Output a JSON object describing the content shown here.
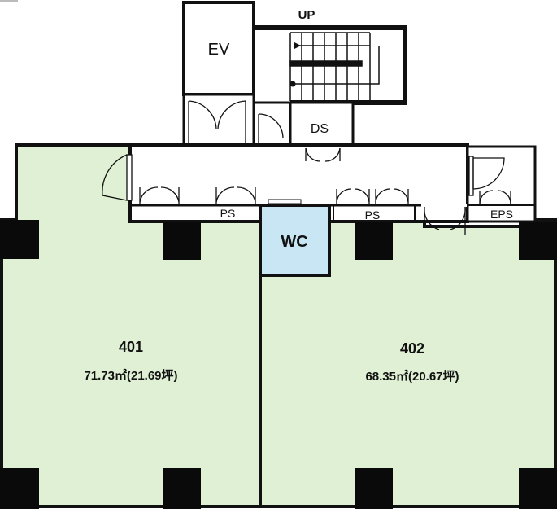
{
  "units": [
    {
      "id": "401",
      "number": "401",
      "area": "71.73㎡(21.69坪)"
    },
    {
      "id": "402",
      "number": "402",
      "area": "68.35㎡(20.67坪)"
    }
  ],
  "rooms": {
    "ev": "EV",
    "ds": "DS",
    "wc": "WC",
    "ps_left": "PS",
    "ps_right": "PS",
    "eps": "EPS"
  },
  "stair": {
    "direction": "UP"
  },
  "colors": {
    "unit_fill": "#dff0d4",
    "wc_fill": "#c8e6f4",
    "wall": "#111111",
    "column": "#0a0a0a"
  }
}
